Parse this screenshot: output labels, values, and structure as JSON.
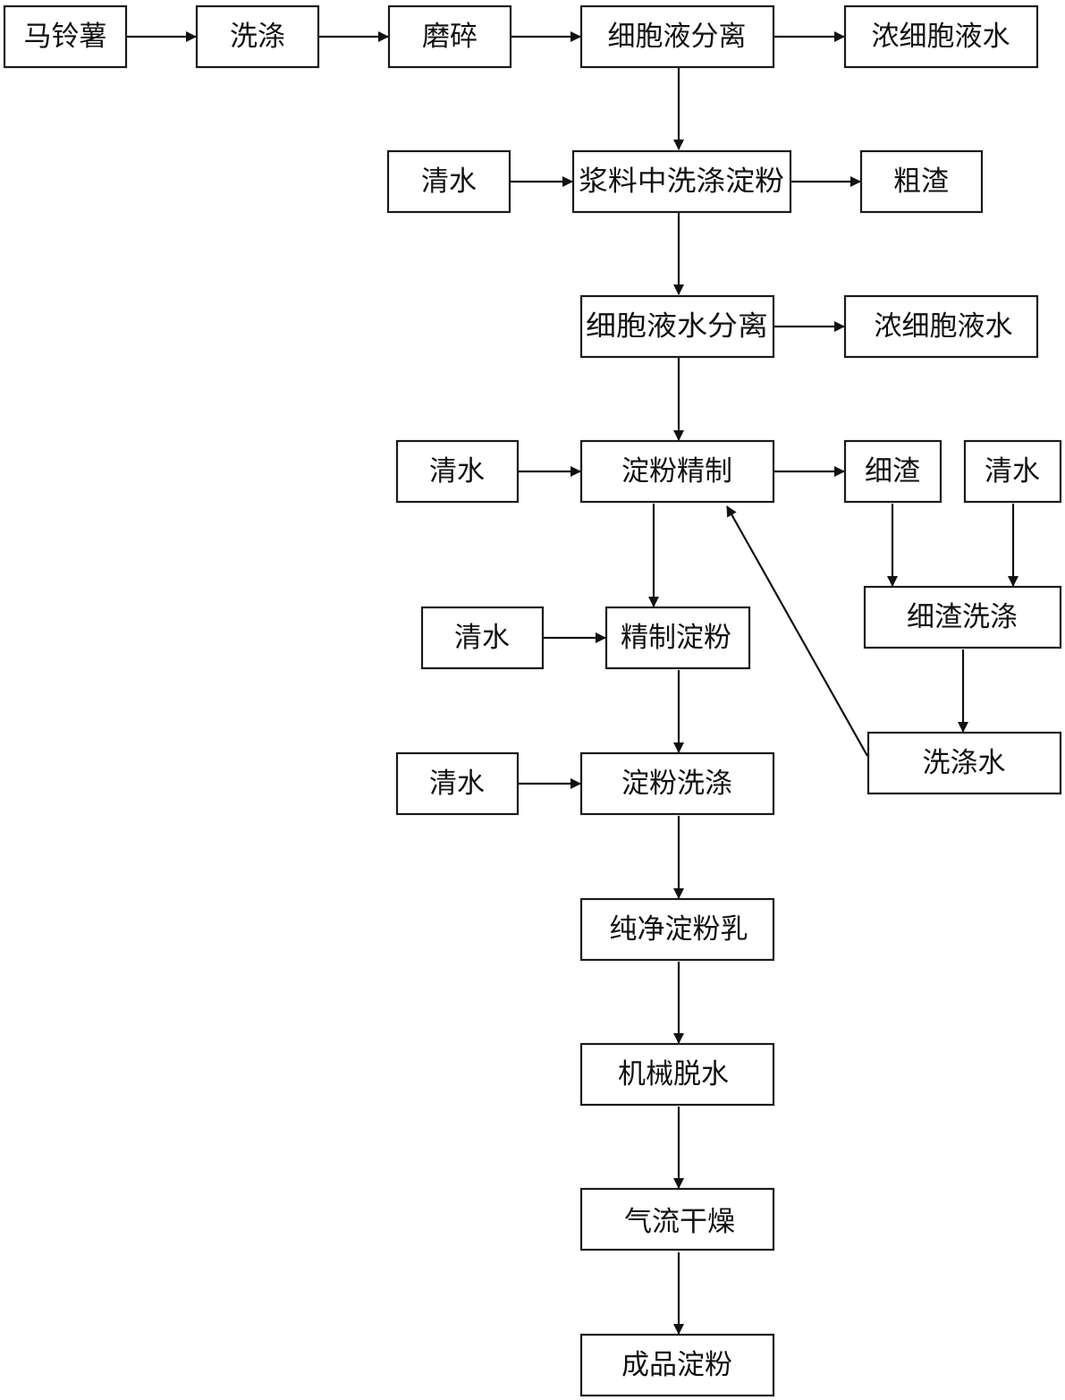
{
  "nodes": {
    "potato": "马铃薯",
    "wash": "洗涤",
    "grind": "磨碎",
    "cell_sep": "细胞液分离",
    "conc_juice_1": "浓细胞液水",
    "water_1": "清水",
    "slurry_wash": "浆料中洗涤淀粉",
    "coarse_residue": "粗渣",
    "cell_water_sep": "细胞液水分离",
    "conc_juice_2": "浓细胞液水",
    "water_2": "清水",
    "starch_refine": "淀粉精制",
    "fine_residue": "细渣",
    "water_3": "清水",
    "water_4": "清水",
    "refined_starch": "精制淀粉",
    "fine_residue_wash": "细渣洗涤",
    "water_5": "清水",
    "starch_wash": "淀粉洗涤",
    "wash_water": "洗涤水",
    "pure_milk": "纯净淀粉乳",
    "dewater": "机械脱水",
    "air_dry": "气流干燥",
    "product": "成品淀粉"
  },
  "colors": {
    "stroke": "#1a1a1a",
    "text": "#111111",
    "background": "#ffffff"
  }
}
